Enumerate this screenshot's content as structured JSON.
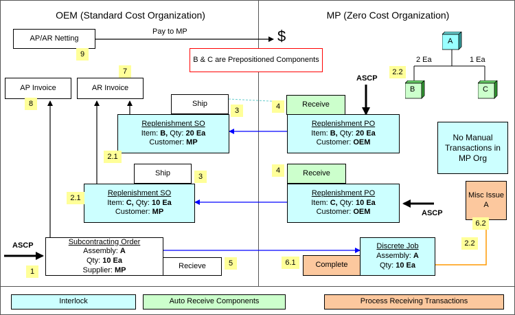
{
  "headers": {
    "oem": "OEM (Standard Cost Organization)",
    "mp": "MP (Zero Cost Organization)"
  },
  "netting": {
    "label": "AP/AR Netting",
    "tag": "9",
    "pay_label": "Pay to MP",
    "dollar": "$"
  },
  "note": "B & C are Prepositioned Components",
  "ap_invoice": {
    "label": "AP Invoice",
    "tag": "8"
  },
  "ar_invoice": {
    "label": "AR Invoice",
    "tag": "7"
  },
  "ship1": {
    "label": "Ship",
    "tag": "3"
  },
  "ship2": {
    "label": "Ship",
    "tag": "3"
  },
  "receive1": {
    "label": "Receive",
    "tag": "4"
  },
  "receive2": {
    "label": "Receive",
    "tag": "4"
  },
  "so_b": {
    "title": "Replenishment SO",
    "item_prefix": "Item:",
    "item": "B,",
    "qty_prefix": "Qty:",
    "qty": "20 Ea",
    "cust_prefix": "Customer:",
    "customer": "MP",
    "tag": "2.1"
  },
  "so_c": {
    "title": "Replenishment SO",
    "item_prefix": "Item:",
    "item": "C,",
    "qty_prefix": "Qty:",
    "qty": "10 Ea",
    "cust_prefix": "Customer:",
    "customer": "MP",
    "tag": "2.1"
  },
  "po_b": {
    "title": "Replenishment PO",
    "item_prefix": "Item:",
    "item": "B,",
    "qty_prefix": "Qty:",
    "qty": "20 Ea",
    "cust_prefix": "Customer:",
    "customer": "OEM"
  },
  "po_c": {
    "title": "Replenishment PO",
    "item_prefix": "Item:",
    "item": "C,",
    "qty_prefix": "Qty:",
    "qty": "10 Ea",
    "cust_prefix": "Customer:",
    "customer": "OEM"
  },
  "ascp": {
    "top": "ASCP",
    "right": "ASCP",
    "left": "ASCP"
  },
  "bom": {
    "parent": "A",
    "left_child": "B",
    "right_child": "C",
    "left_qty": "2 Ea",
    "right_qty": "1 Ea",
    "tag": "2.2"
  },
  "no_manual": "No Manual Transactions in MP Org",
  "misc_issue": {
    "label": "Misc Issue A",
    "tag": "6.2"
  },
  "subcontract": {
    "title": "Subcontracting Order",
    "assembly_prefix": "Assembly:",
    "assembly": "A",
    "qty_prefix": "Qty:",
    "qty": "10 Ea",
    "supplier_prefix": "Supplier:",
    "supplier": "MP",
    "tag": "1"
  },
  "recieve": {
    "label": "Recieve",
    "tag": "5"
  },
  "complete": {
    "label": "Complete",
    "tag": "6.1"
  },
  "discrete_job": {
    "title": "Discrete Job",
    "assembly_prefix": "Assembly:",
    "assembly": "A",
    "qty_prefix": "Qty:",
    "qty": "10 Ea",
    "tag": "2.2"
  },
  "legend": {
    "interlock": "Interlock",
    "auto_receive": "Auto Receive Components",
    "process_receiving": "Process Receiving Transactions"
  },
  "colors": {
    "interlock": "#ccffff",
    "receive": "#ccffcc",
    "receiving": "#fcc89e",
    "tag": "#ffff99",
    "blue_arrow": "#0000ff",
    "orange_arrow": "#ff9900",
    "note_border": "#ff0000"
  }
}
